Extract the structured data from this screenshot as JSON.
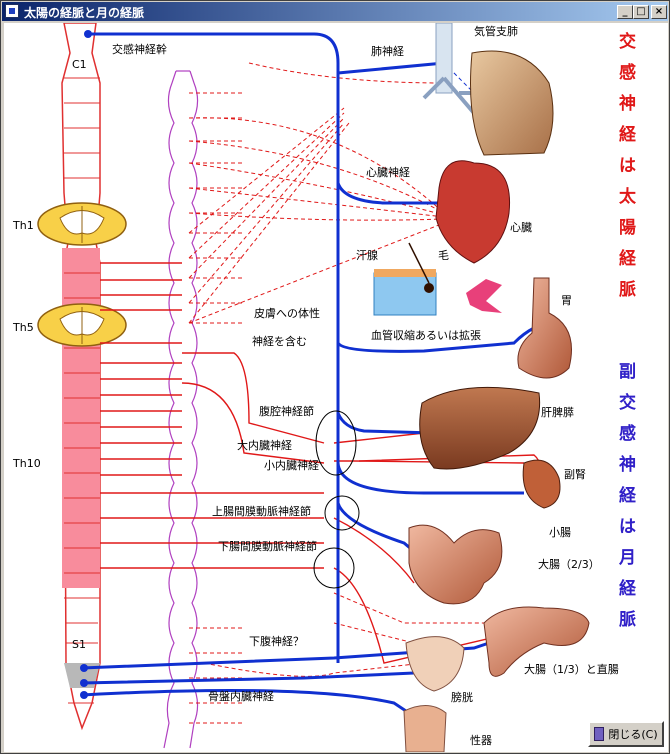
{
  "window": {
    "title": "太陽の経脈と月の経脈",
    "close_label": "閉じる(C)"
  },
  "labels": {
    "sympathetic_trunk": "交感神経幹",
    "c1": "C1",
    "th1": "Th1",
    "th5": "Th5",
    "th10": "Th10",
    "s1": "S1",
    "pulmonary_nerve": "肺神経",
    "bronchus": "気管支肺",
    "cardiac_nerve": "心臓神経",
    "heart": "心臓",
    "sweat_gland": "汗腺",
    "hair": "毛",
    "skin_body": "皮膚への体性",
    "nerve_incl": "神経を含む",
    "vaso": "血管収縮あるいは拡張",
    "stomach": "胃",
    "celiac_ganglion": "腹腔神経節",
    "greater_splanchnic": "大内臓神経",
    "lesser_splanchnic": "小内臓神経",
    "liver": "肝脾膵",
    "adrenal": "副腎",
    "superior_mesenteric": "上腸間膜動脈神経節",
    "inferior_mesenteric": "下腸間膜動脈神経節",
    "small_intestine": "小腸",
    "large_intestine": "大腸（2/3）",
    "hypogastric": "下腹神経？",
    "large_intestine_rectum": "大腸（1/3）と直腸",
    "bladder": "膀胱",
    "pelvic_splanchnic": "骨盤内臓神経",
    "genitals": "性器"
  },
  "sympathetic_heading": [
    "交",
    "感",
    "神",
    "経",
    "は",
    "太",
    "陽",
    "経",
    "脈"
  ],
  "parasympathetic_heading": [
    "副",
    "交",
    "感",
    "神",
    "経",
    "は",
    "月",
    "経",
    "脈"
  ],
  "colors": {
    "sympathetic": "#e01818",
    "parasympathetic": "#1030d0",
    "cord": "#e03030",
    "chain": "#b040c0"
  }
}
